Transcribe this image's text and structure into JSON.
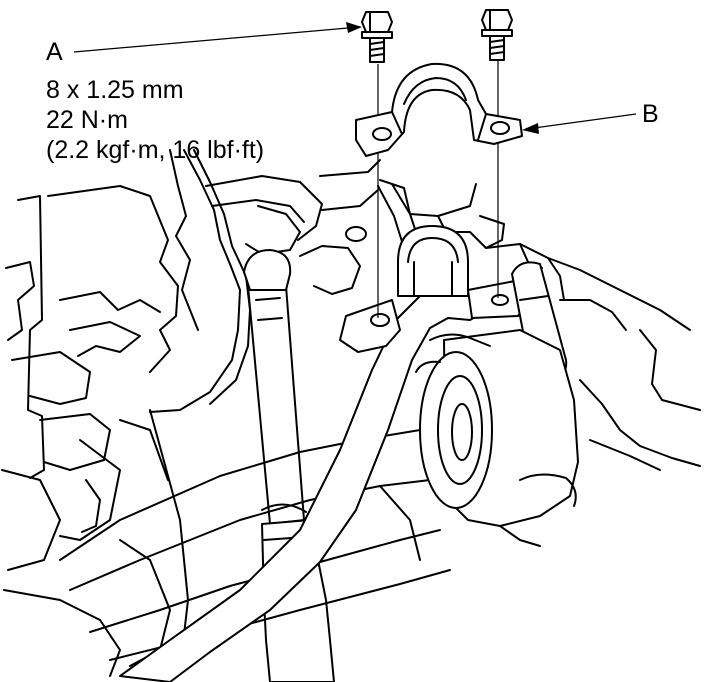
{
  "callouts": {
    "a": {
      "letter": "A",
      "size": "8 x 1.25 mm",
      "torque_nm": "22 N·m",
      "torque_alt": "(2.2 kgf·m, 16 lbf·ft)"
    },
    "b": {
      "letter": "B"
    }
  },
  "colors": {
    "line": "#000000",
    "background": "#ffffff"
  },
  "icons": [
    "bolt-icon",
    "leader-arrow-icon"
  ]
}
